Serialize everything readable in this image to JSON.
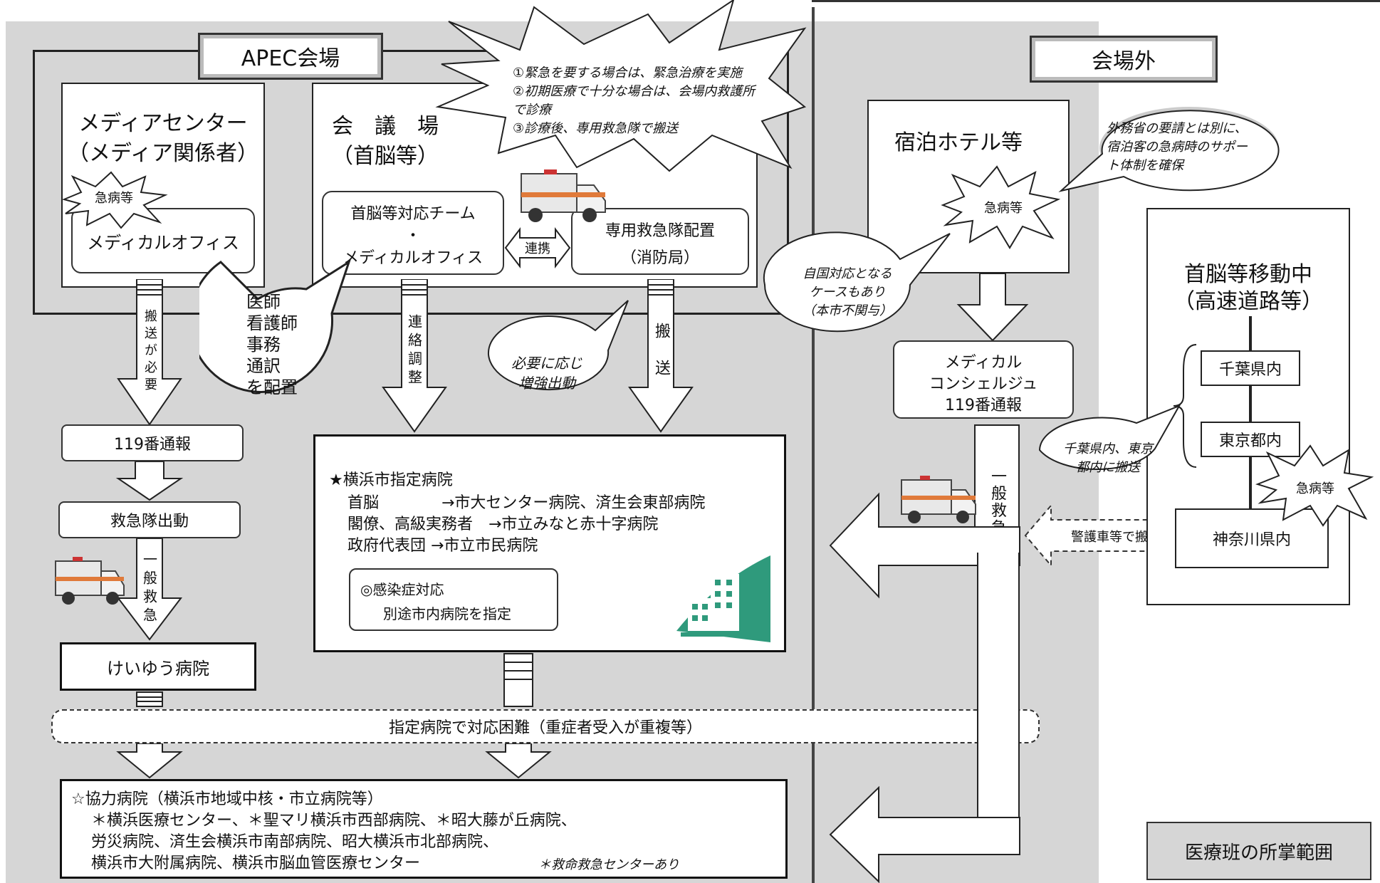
{
  "titles": {
    "apec_venue": "APEC会場",
    "outside_venue": "会場外",
    "scope_label": "医療班の所掌範囲"
  },
  "media_center": {
    "title": "メディアセンター",
    "subtitle": "（メディア関係者）",
    "emergency_tag": "急病等",
    "office": "メディカルオフィス"
  },
  "conference_hall": {
    "title": "会　議　場",
    "subtitle": "（首脳等）",
    "team_line1": "首脳等対応チーム",
    "team_dot": "・",
    "team_line2": "メディカルオフィス",
    "link_label": "連携",
    "ambulance_line1": "専用救急隊配置",
    "ambulance_line2": "（消防局）"
  },
  "staff_bubble": {
    "lines": [
      "医師",
      "看護師",
      "事務",
      "通訳",
      "を配置"
    ]
  },
  "burst_note": {
    "lines": [
      "①緊急を要する場合は、緊急治療を実施",
      "②初期医療で十分な場合は、会場内救護所",
      "で診療",
      "③診療後、専用救急隊で搬送"
    ]
  },
  "flow_left": {
    "arrow1_label": "搬送が必要",
    "call119": "119番通報",
    "dispatch": "救急隊出動",
    "arrow3_label": "一般救急",
    "keiyu": "けいゆう病院"
  },
  "flow_middle": {
    "arrow_coord_label": "連絡調整",
    "arrow_transport_label": "搬送",
    "reinforce_bubble": [
      "必要に応じ",
      "増強出動"
    ]
  },
  "designated": {
    "heading": "★横浜市指定病院",
    "rows": [
      "首脳　　　　→市大センター病院、済生会東部病院",
      "閣僚、高級実務者　→市立みなと赤十字病院",
      "政府代表団 →市立市民病院"
    ],
    "infection_line1": "◎感染症対応",
    "infection_line2": "別途市内病院を指定"
  },
  "difficulty_band": "指定病院で対応困難（重症者受入が重複等）",
  "cooperating": {
    "heading": "☆協力病院（横浜市地域中核・市立病院等）",
    "line1": "＊横浜医療センター、＊聖マリ横浜市西部病院、＊昭大藤が丘病院、",
    "line2": "労災病院、済生会横浜市南部病院、昭大横浜市北部病院、",
    "line3": "横浜市大附属病院、横浜市脳血管医療センター",
    "note": "＊救命救急センターあり"
  },
  "hotel": {
    "title": "宿泊ホテル等",
    "emergency_tag": "急病等",
    "mofa_bubble": [
      "外務省の要請とは別に、",
      "宿泊客の急病時のサポー",
      "ト体制を確保"
    ],
    "own_country_bubble": [
      "自国対応となる",
      "ケースもあり",
      "（本市不関与）"
    ],
    "concierge_line1": "メディカル",
    "concierge_line2": "コンシェルジュ",
    "concierge_line3": "119番通報",
    "general_label": "一般救急"
  },
  "highway": {
    "title_line1": "首脳等移動中",
    "title_line2": "（高速道路等）",
    "chiba": "千葉県内",
    "tokyo": "東京都内",
    "kanagawa": "神奈川県内",
    "emergency_tag": "急病等",
    "transfer_bubble": [
      "千葉県内、東京",
      "都内に搬送"
    ],
    "escort_label": "警護車等で搬送"
  }
}
